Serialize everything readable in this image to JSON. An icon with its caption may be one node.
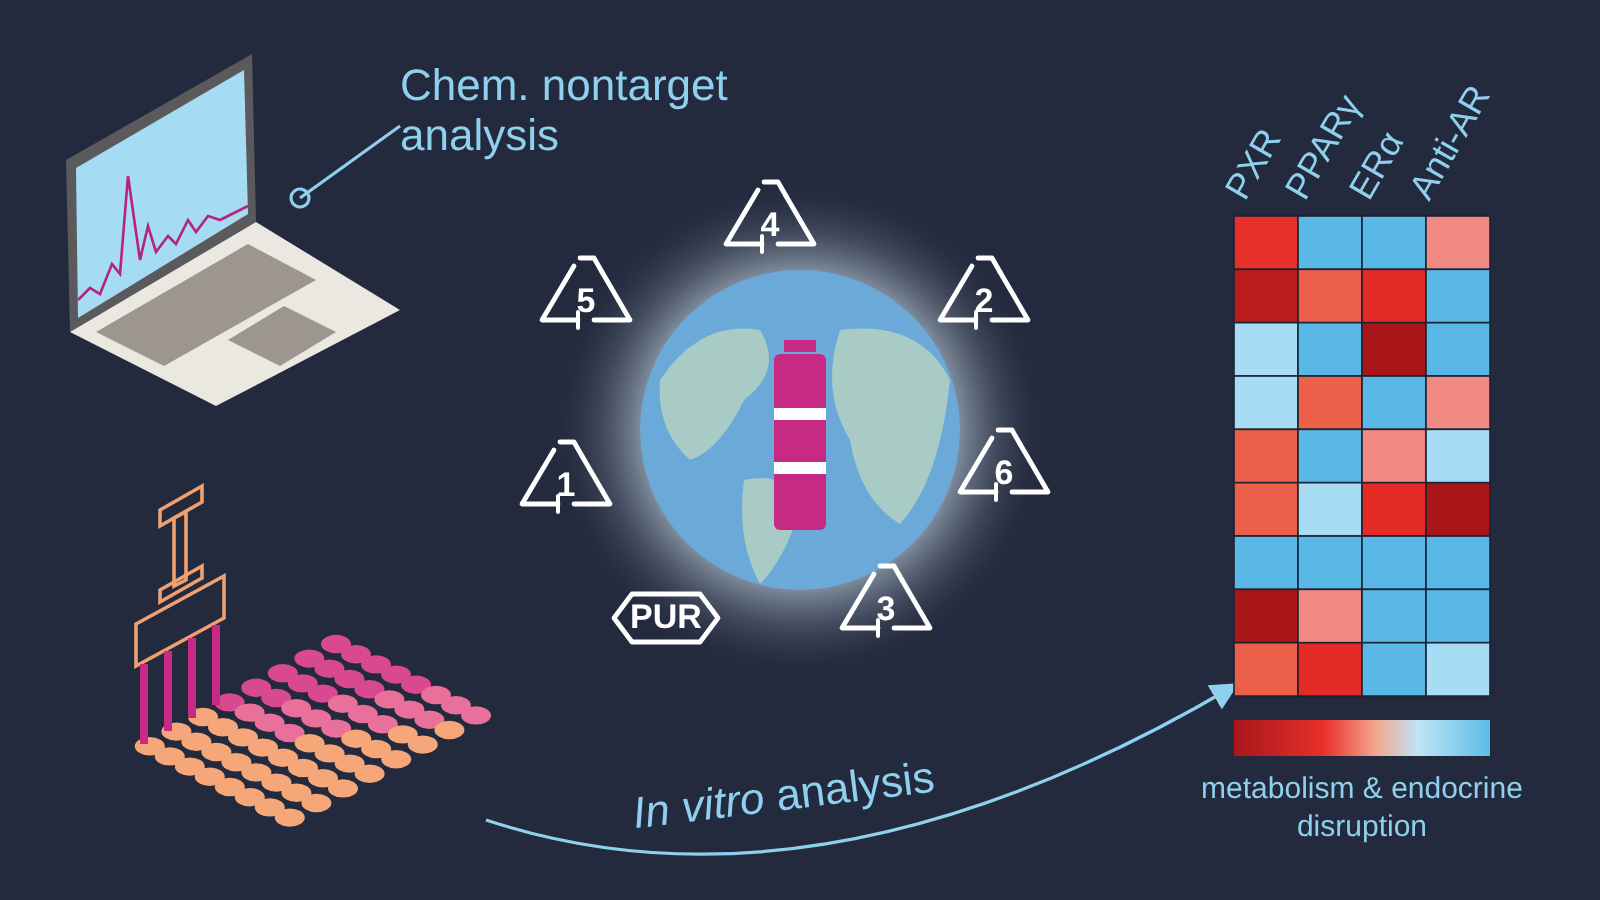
{
  "diagram": {
    "nodes": [
      {
        "text": [
          "Chem. nontarget analysis"
        ]
      },
      {
        "text": [],
        "shape": "picture"
      },
      {
        "text": [],
        "shape": "picture"
      },
      {
        "text": [],
        "shape": "picture",
        "beside": [
          "PXR",
          "PPARγ",
          "ERα",
          "Anti-AR"
        ]
      }
    ],
    "edges": [
      {
        "from": 0,
        "to": 1,
        "arrow": "other"
      },
      {
        "from": 2,
        "to": 3,
        "arrow": "to",
        "label": "*In vitro* analysis"
      }
    ],
    "labels": [
      "4",
      "5",
      "2",
      "1",
      "6",
      "PUR",
      "3",
      "metabolism & endocrine disruption"
    ]
  }
}
